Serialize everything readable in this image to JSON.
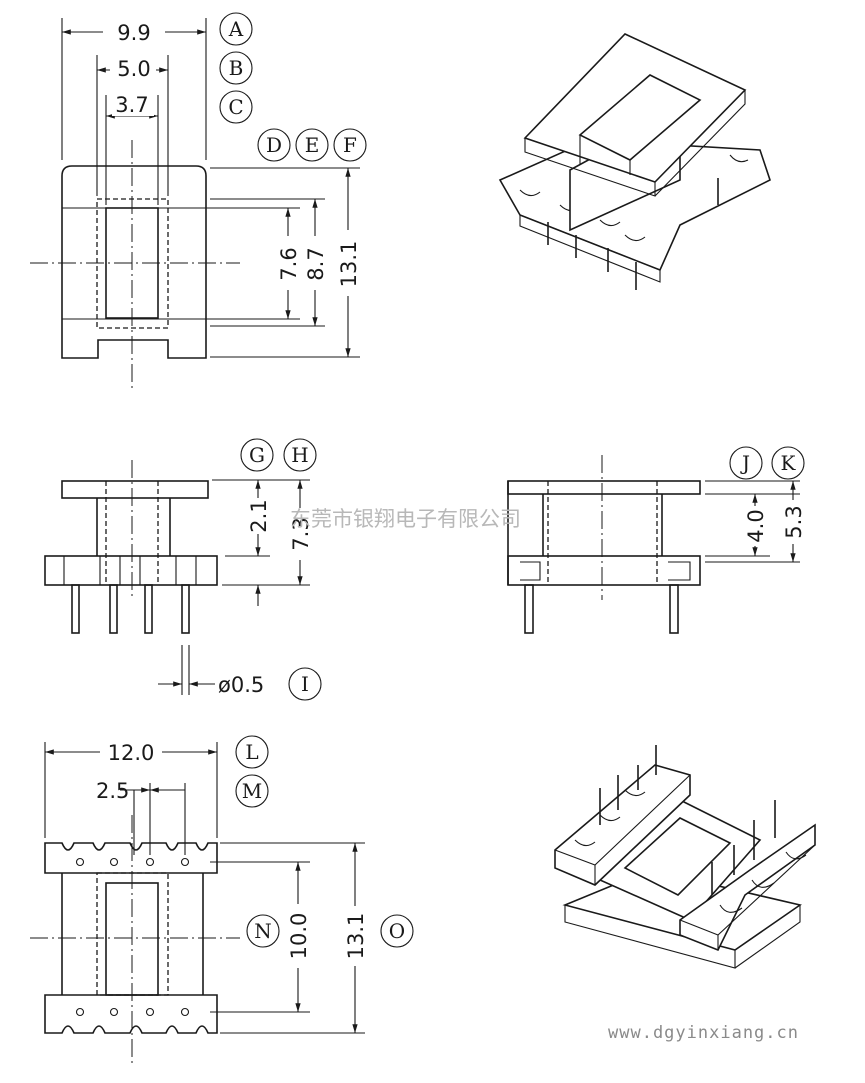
{
  "top_view": {
    "dims": {
      "width_overall": "9.9",
      "width_mid": "5.0",
      "width_inner": "3.7",
      "height_inner": "7.6",
      "height_mid": "8.7",
      "height_overall": "13.1"
    },
    "tags": [
      "A",
      "B",
      "C",
      "D",
      "E",
      "F"
    ]
  },
  "side_view_left": {
    "dims": {
      "flange_gap": "2.1",
      "total_height": "7.3",
      "pin_diameter": "ø0.5"
    },
    "tags": [
      "G",
      "H",
      "I"
    ]
  },
  "side_view_right": {
    "dims": {
      "height_a": "4.0",
      "height_b": "5.3"
    },
    "tags": [
      "J",
      "K"
    ]
  },
  "bottom_view": {
    "dims": {
      "width_overall": "12.0",
      "pin_pitch": "2.5",
      "height_inner": "10.0",
      "height_overall": "13.1"
    },
    "tags": [
      "L",
      "M",
      "N",
      "O"
    ]
  },
  "watermark": "东莞市银翔电子有限公司",
  "website": "www.dgyinxiang.cn"
}
